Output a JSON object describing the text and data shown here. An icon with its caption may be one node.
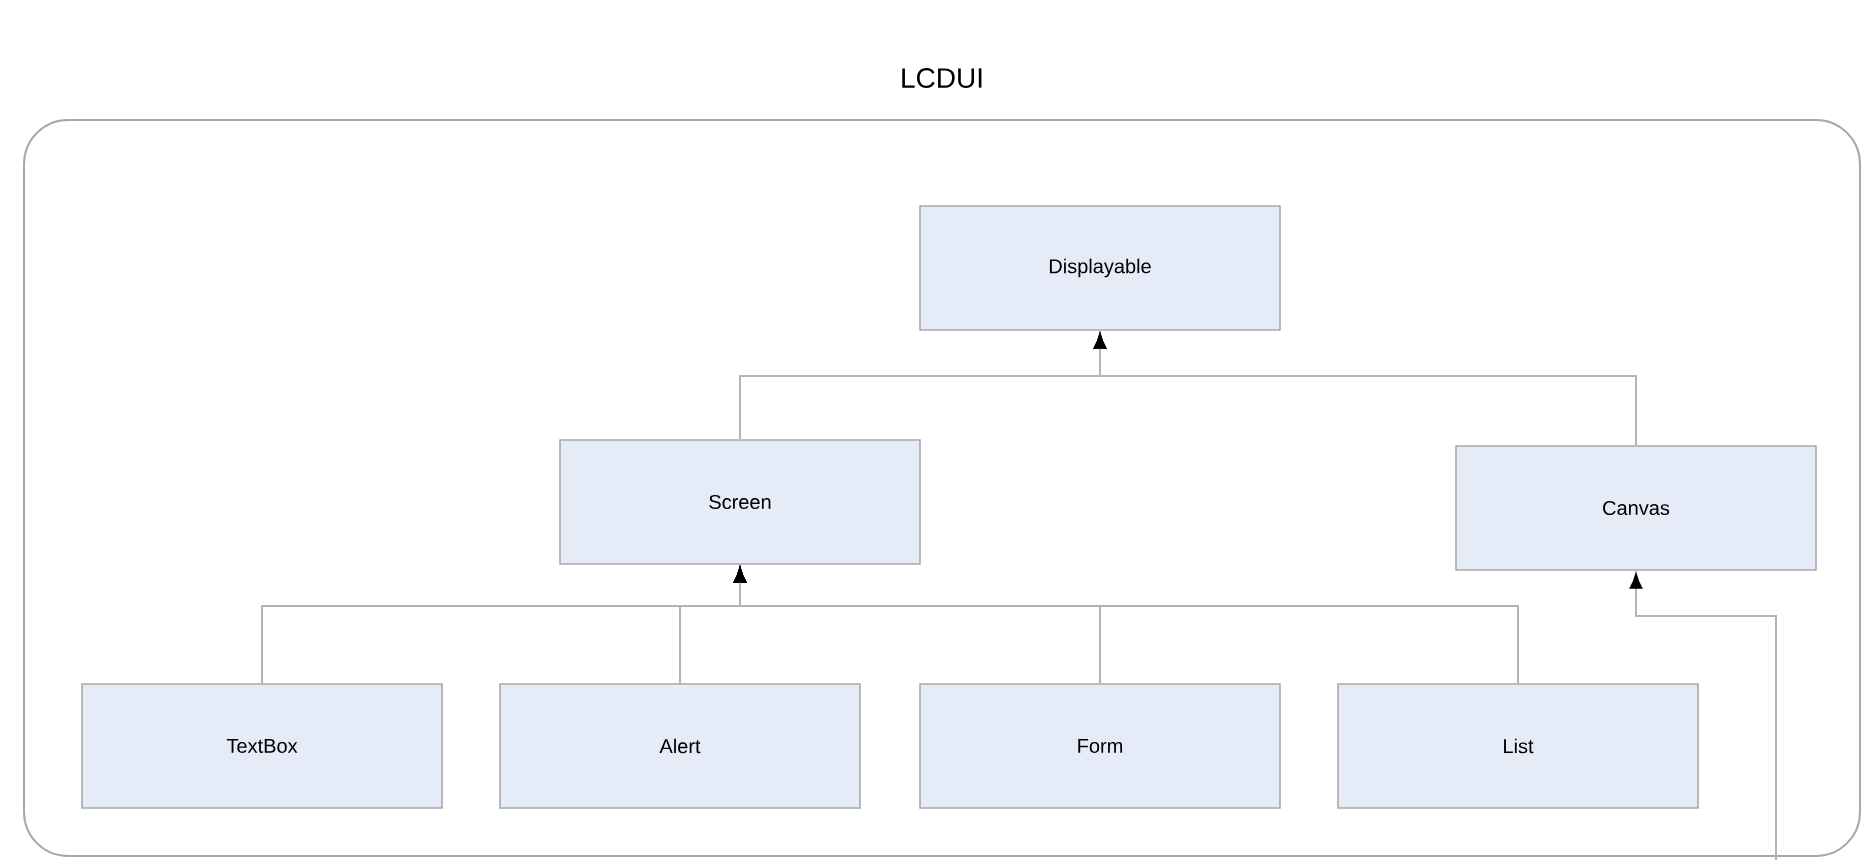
{
  "diagram": {
    "nodes": [
      {
        "text": [
          "LCDUI"
        ]
      },
      {
        "text": [
          "Displayable"
        ],
        "in": 0
      },
      {
        "text": [
          "Screen"
        ],
        "in": 0
      },
      {
        "text": [
          "Canvas"
        ],
        "in": 0
      },
      {
        "text": [
          "TextBox"
        ],
        "in": 0
      },
      {
        "text": [
          "Alert"
        ],
        "in": 0
      },
      {
        "text": [
          "Form"
        ],
        "in": 0
      },
      {
        "text": [
          "List"
        ],
        "in": 0
      }
    ],
    "edges": [
      {
        "from": 2,
        "to": 1,
        "arrow": "to"
      },
      {
        "from": 3,
        "to": 1,
        "arrow": "to"
      },
      {
        "from": 4,
        "to": 2,
        "arrow": "to"
      },
      {
        "from": 5,
        "to": 2,
        "arrow": "to"
      },
      {
        "from": 6,
        "to": 2,
        "arrow": "to"
      },
      {
        "from": 7,
        "to": 2,
        "arrow": "to"
      },
      {
        "from": null,
        "to": 3,
        "arrow": "to"
      }
    ]
  }
}
